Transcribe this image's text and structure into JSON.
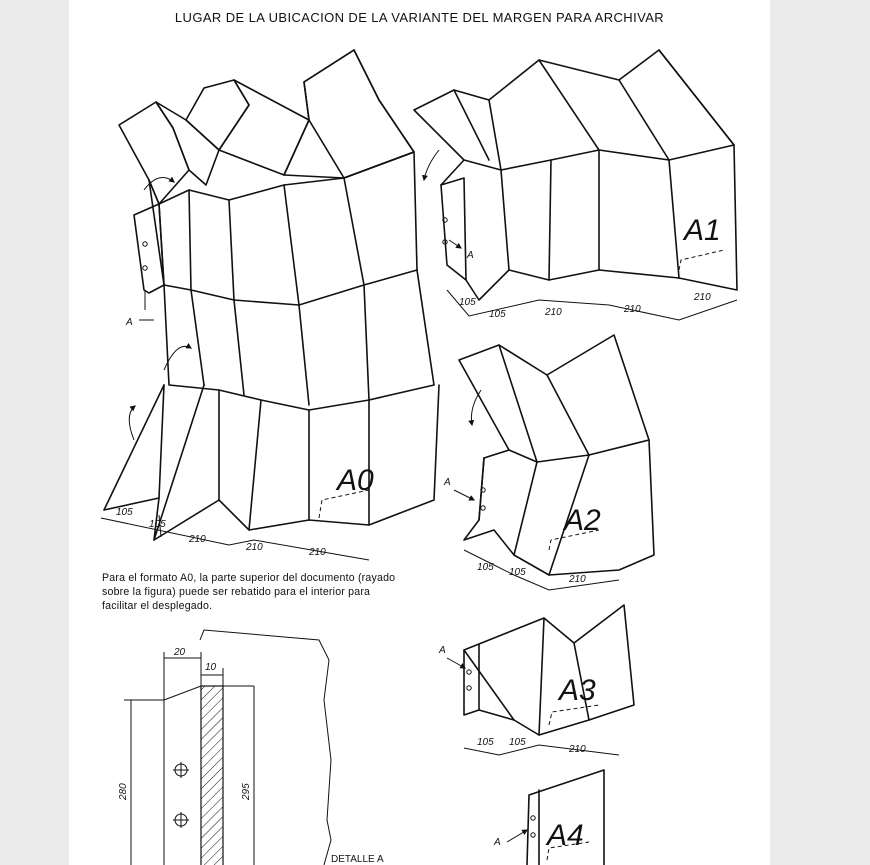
{
  "title": "LUGAR DE LA UBICACION DE LA VARIANTE DEL MARGEN PARA ARCHIVAR",
  "caption": "Para el formato A0, la parte superior del documento (rayado sobre la figura) puede ser rebatido para el interior para facilitar el desplegado.",
  "formats": {
    "a0": {
      "label": "A0",
      "dims": [
        "105",
        "105",
        "210",
        "210",
        "210"
      ]
    },
    "a1": {
      "label": "A1",
      "dims": [
        "105",
        "105",
        "210",
        "210",
        "210"
      ]
    },
    "a2": {
      "label": "A2",
      "dims": [
        "105",
        "105",
        "210"
      ]
    },
    "a3": {
      "label": "A3",
      "dims": [
        "105",
        "105",
        "210"
      ]
    },
    "a4": {
      "label": "A4"
    }
  },
  "reference_label": "A",
  "detail": {
    "label": "DETALLE A",
    "dims": {
      "width_20": "20",
      "width_10": "10",
      "height_280": "280",
      "height_295": "295"
    }
  }
}
